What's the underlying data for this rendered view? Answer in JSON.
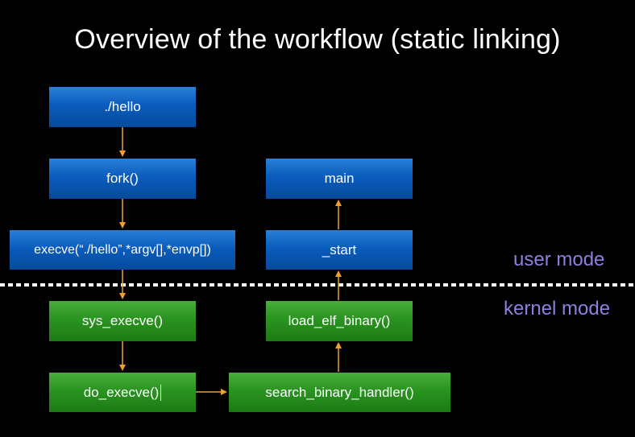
{
  "title": "Overview of the workflow (static linking)",
  "boxes": {
    "hello": "./hello",
    "fork": "fork()",
    "execve": "execve(“./hello”,*argv[],*envp[])",
    "sys_execve": "sys_execve()",
    "do_execve": "do_execve()",
    "search_binary_handler": "search_binary_handler()",
    "load_elf_binary": "load_elf_binary()",
    "start": "_start",
    "main": "main"
  },
  "labels": {
    "user_mode": "user mode",
    "kernel_mode": "kernel mode"
  },
  "colors": {
    "background": "#000000",
    "user_box": "#0a5cbd",
    "kernel_box": "#2a9420",
    "arrow": "#f0a030",
    "mode_label": "#8f7fe0",
    "divider": "#ffffff"
  }
}
